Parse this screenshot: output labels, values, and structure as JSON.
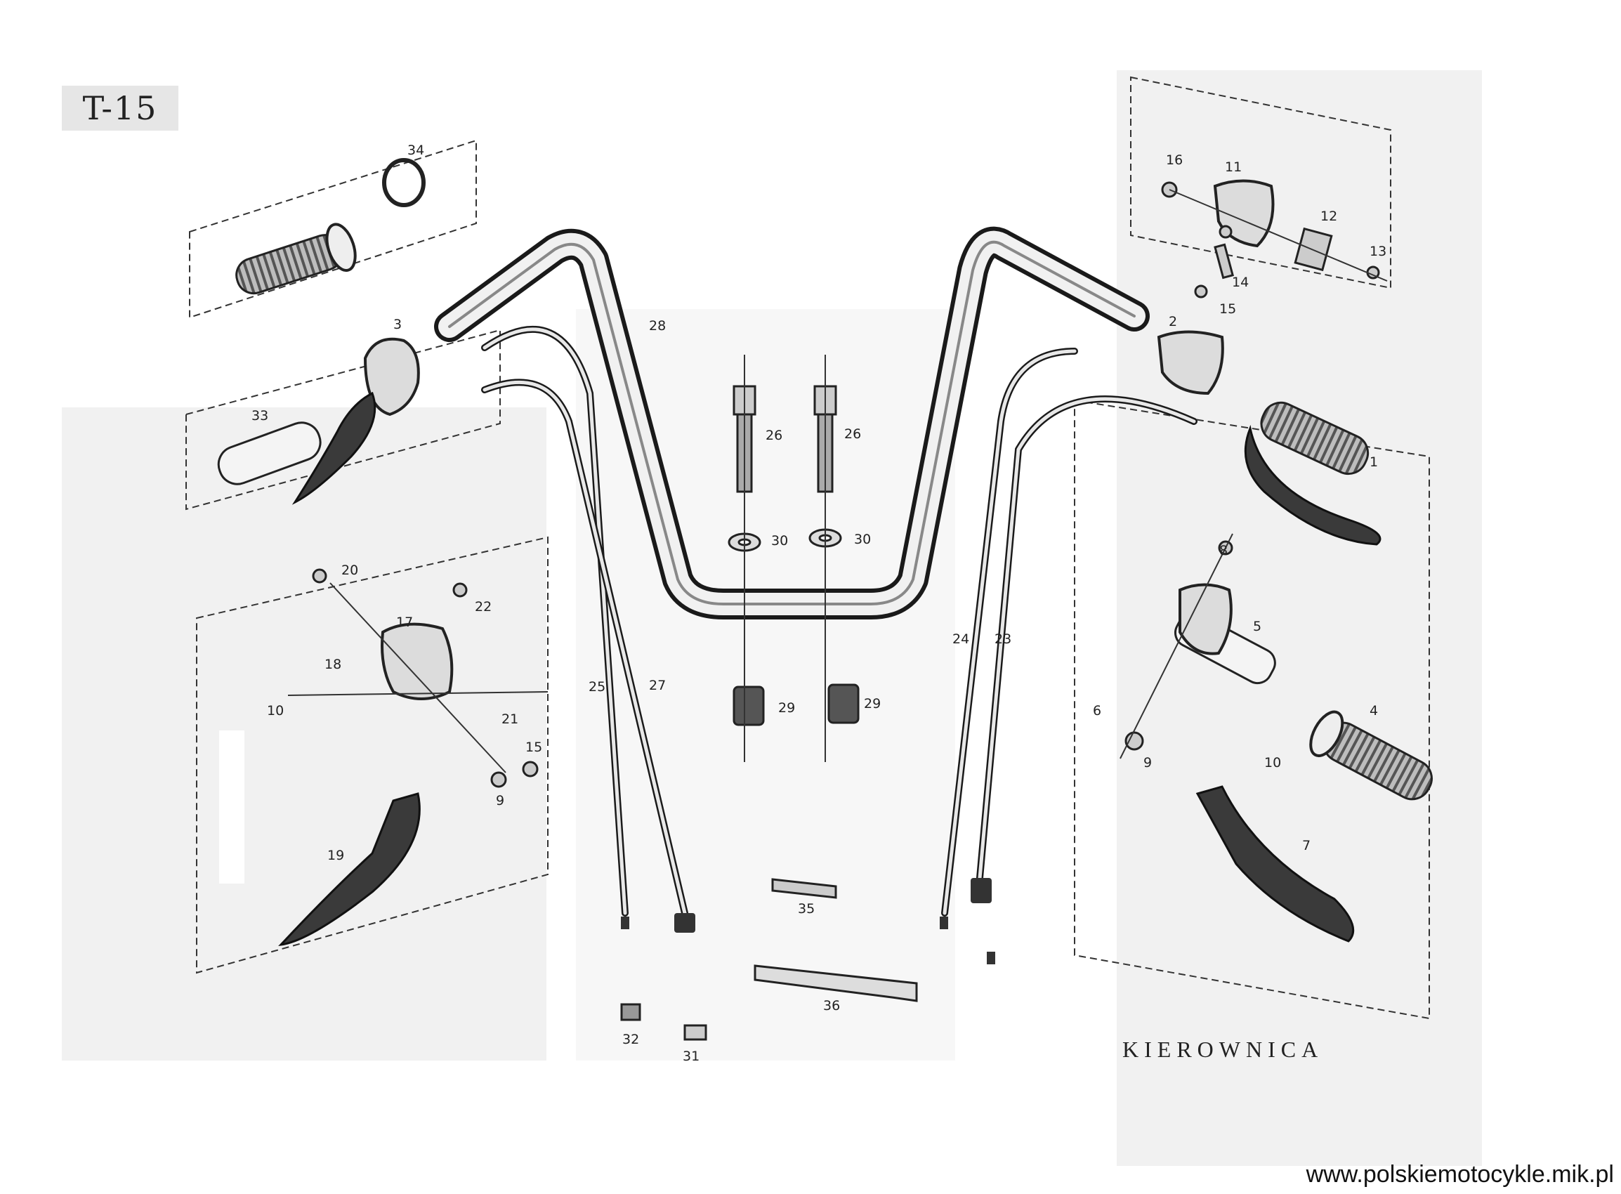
{
  "diagram_code": "T-15",
  "caption": "KIEROWNICA",
  "watermark": "www.polskiemotocykle.mik.pl",
  "part_labels": {
    "p1": "1",
    "p2": "2",
    "p3": "3",
    "p4": "4",
    "p5": "5",
    "p6": "6",
    "p7": "7",
    "p8": "8",
    "p9a": "9",
    "p9b": "9",
    "p10a": "10",
    "p10b": "10",
    "p11": "11",
    "p12": "12",
    "p13": "13",
    "p14": "14",
    "p15a": "15",
    "p15b": "15",
    "p16": "16",
    "p17": "17",
    "p18": "18",
    "p19": "19",
    "p20": "20",
    "p21": "21",
    "p22": "22",
    "p23": "23",
    "p24": "24",
    "p25": "25",
    "p26a": "26",
    "p26b": "26",
    "p27": "27",
    "p28": "28",
    "p29a": "29",
    "p29b": "29",
    "p30a": "30",
    "p30b": "30",
    "p31": "31",
    "p32": "32",
    "p33": "33",
    "p34": "34",
    "p35": "35",
    "p36": "36"
  }
}
